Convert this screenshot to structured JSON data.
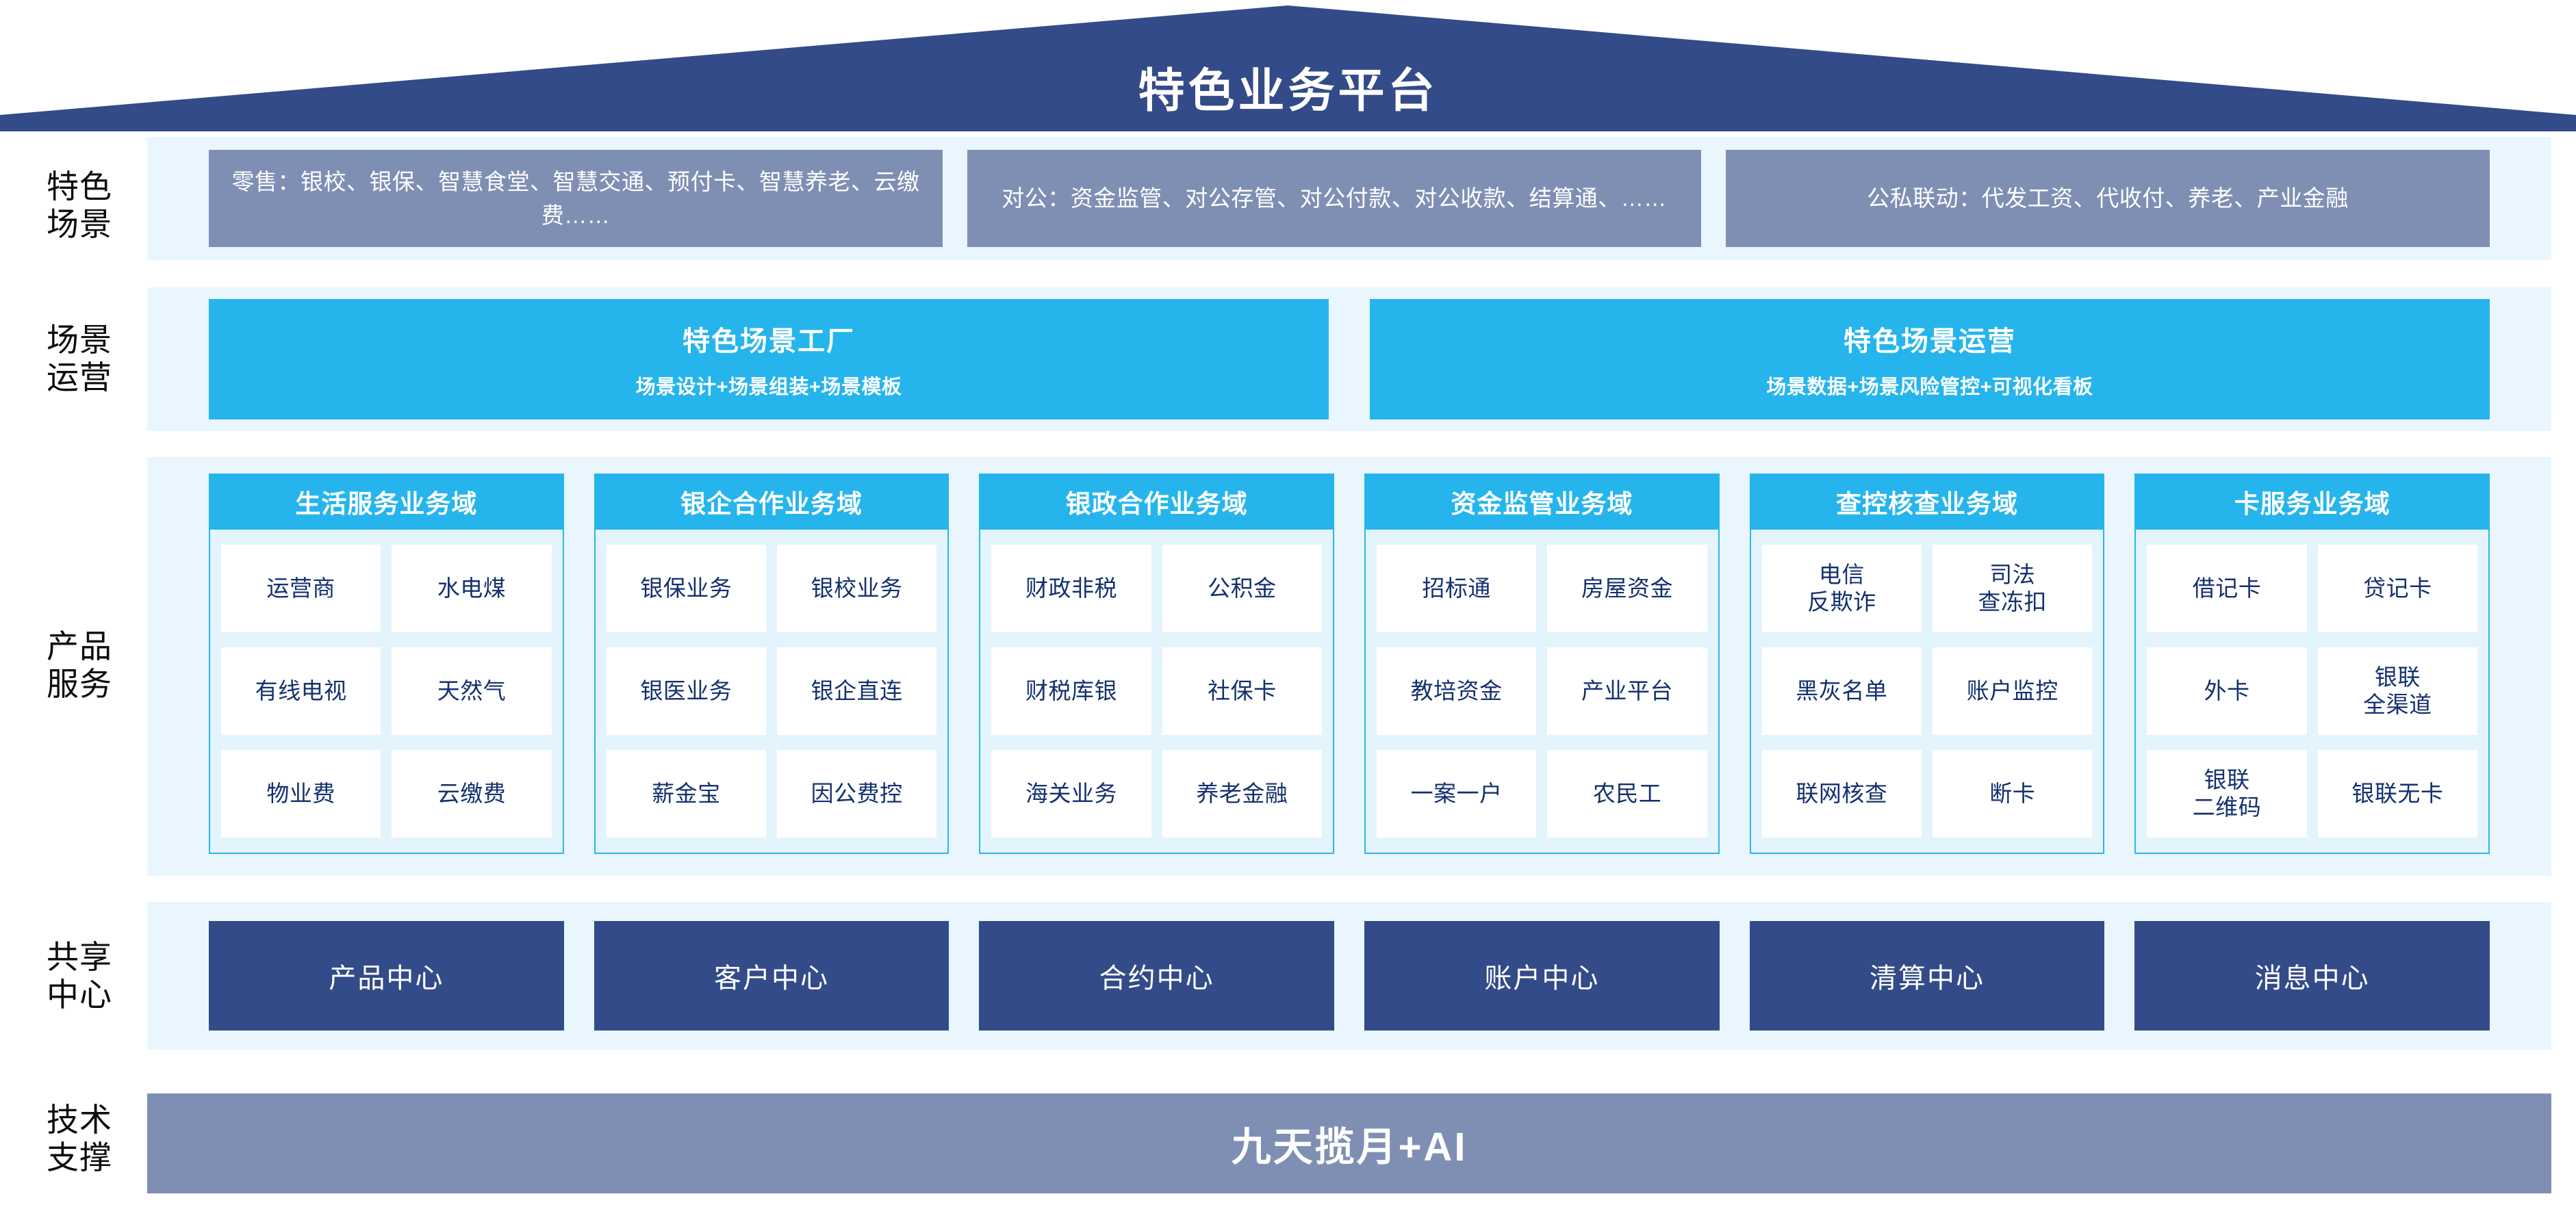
{
  "title": "特色业务平台",
  "colors": {
    "roof_navy": "#334b88",
    "band_light": "#e9f6fd",
    "cyan": "#25b5ec",
    "slate_blue": "#7f8fb4",
    "deep_navy": "#334b88",
    "tile_text": "#14306e"
  },
  "rows": {
    "scenario_label": "特色\n场景",
    "operation_label": "场景\n运营",
    "product_label": "产品\n服务",
    "center_label": "共享\n中心",
    "tech_label": "技术\n支撑"
  },
  "scenarios": [
    "零售：银校、银保、智慧食堂、智慧交通、预付卡、智慧养老、云缴费……",
    "对公：资金监管、对公存管、对公付款、对公收款、结算通、……",
    "公私联动：代发工资、代收付、养老、产业金融"
  ],
  "operations": [
    {
      "title": "特色场景工厂",
      "subtitle": "场景设计+场景组装+场景模板"
    },
    {
      "title": "特色场景运营",
      "subtitle": "场景数据+场景风险管控+可视化看板"
    }
  ],
  "domains": [
    {
      "name": "生活服务业务域",
      "items": [
        "运营商",
        "水电煤",
        "有线电视",
        "天然气",
        "物业费",
        "云缴费"
      ]
    },
    {
      "name": "银企合作业务域",
      "items": [
        "银保业务",
        "银校业务",
        "银医业务",
        "银企直连",
        "薪金宝",
        "因公费控"
      ]
    },
    {
      "name": "银政合作业务域",
      "items": [
        "财政非税",
        "公积金",
        "财税库银",
        "社保卡",
        "海关业务",
        "养老金融"
      ]
    },
    {
      "name": "资金监管业务域",
      "items": [
        "招标通",
        "房屋资金",
        "教培资金",
        "产业平台",
        "一案一户",
        "农民工"
      ]
    },
    {
      "name": "查控核查业务域",
      "items": [
        "电信\n反欺诈",
        "司法\n查冻扣",
        "黑灰名单",
        "账户监控",
        "联网核查",
        "断卡"
      ]
    },
    {
      "name": "卡服务业务域",
      "items": [
        "借记卡",
        "贷记卡",
        "外卡",
        "银联\n全渠道",
        "银联\n二维码",
        "银联无卡"
      ]
    }
  ],
  "shared_centers": [
    "产品中心",
    "客户中心",
    "合约中心",
    "账户中心",
    "清算中心",
    "消息中心"
  ],
  "tech_support": "九天揽月+AI"
}
